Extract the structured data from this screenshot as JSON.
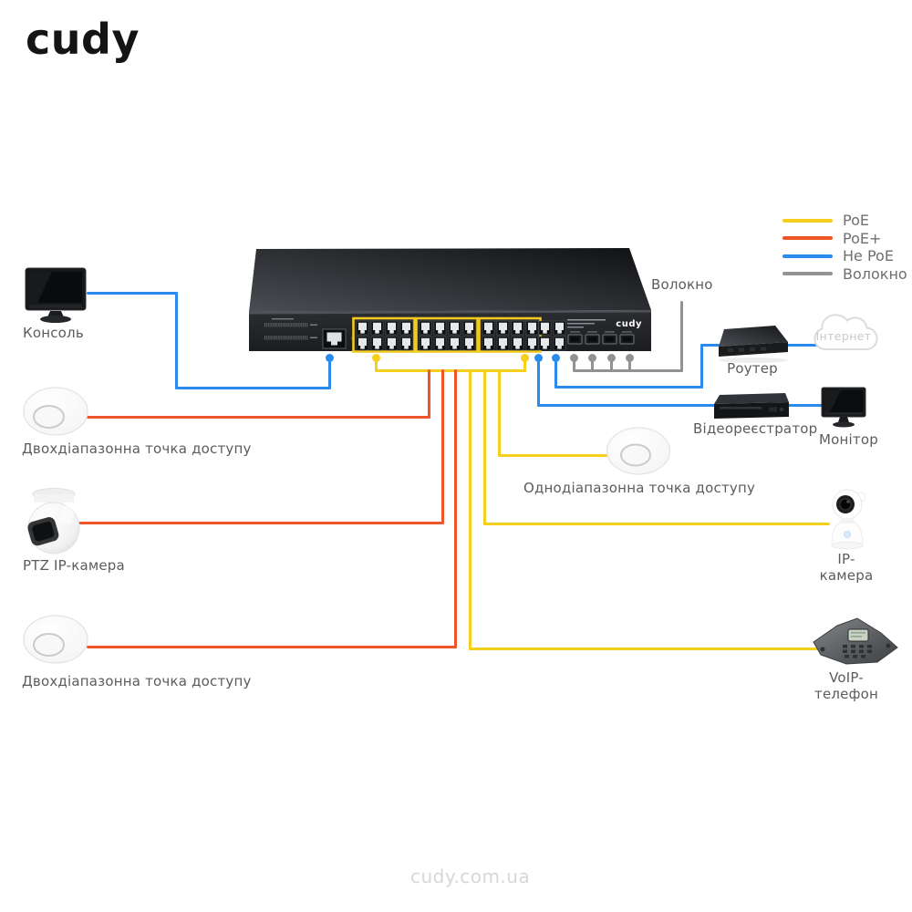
{
  "brand": {
    "logo_text": "cudy",
    "watermark": "cudy.com.ua"
  },
  "legend": {
    "items": [
      {
        "label": "PoE",
        "color": "#F6CF1D"
      },
      {
        "label": "PoE+",
        "color": "#F0552A"
      },
      {
        "label": "Не PoE",
        "color": "#2B8BEC"
      },
      {
        "label": "Волокно",
        "color": "#909294"
      }
    ]
  },
  "switch_device": {
    "brand_label": "cudy",
    "fiber_callout": "Волокно"
  },
  "devices": {
    "console": {
      "label": "Консоль"
    },
    "dual_band_ap_1": {
      "label": "Двохдіапазонна точка доступу"
    },
    "ptz_ip_camera": {
      "label": "PTZ IP-камера"
    },
    "dual_band_ap_2": {
      "label": "Двохдіапазонна точка доступу"
    },
    "single_band_ap": {
      "label": "Однодіапазонна точка доступу"
    },
    "router": {
      "label": "Роутер"
    },
    "internet_cloud": {
      "label": "Інтернет"
    },
    "video_recorder": {
      "label": "Відеореєстратор"
    },
    "monitor": {
      "label": "Монітор"
    },
    "ip_camera": {
      "label": "IP-камера"
    },
    "voip_phone": {
      "label": "VoIP-телефон"
    }
  }
}
